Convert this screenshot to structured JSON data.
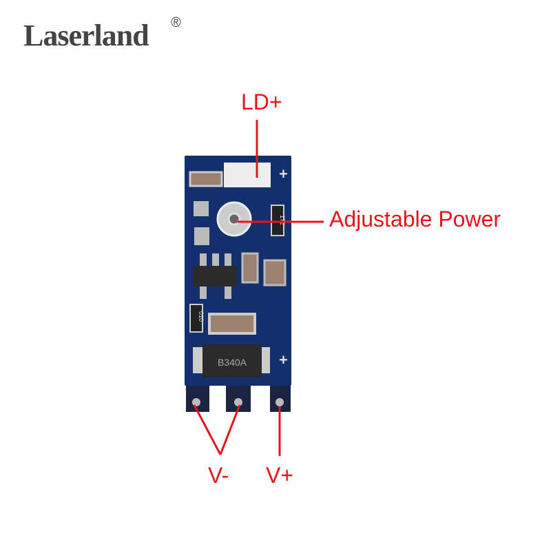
{
  "logo": {
    "text": "Laserland",
    "mark": "®"
  },
  "labels": {
    "ld_plus": "LD+",
    "adjustable": "Adjustable Power",
    "v_minus": "V-",
    "v_plus": "V+"
  },
  "board": {
    "diode_marking": "B340A",
    "resistor1_marking": "172",
    "resistor2_marking": "010",
    "plus_mark": "+"
  },
  "colors": {
    "annotation": "#e8141c",
    "pcb": "#12306b",
    "logo": "#444444"
  }
}
